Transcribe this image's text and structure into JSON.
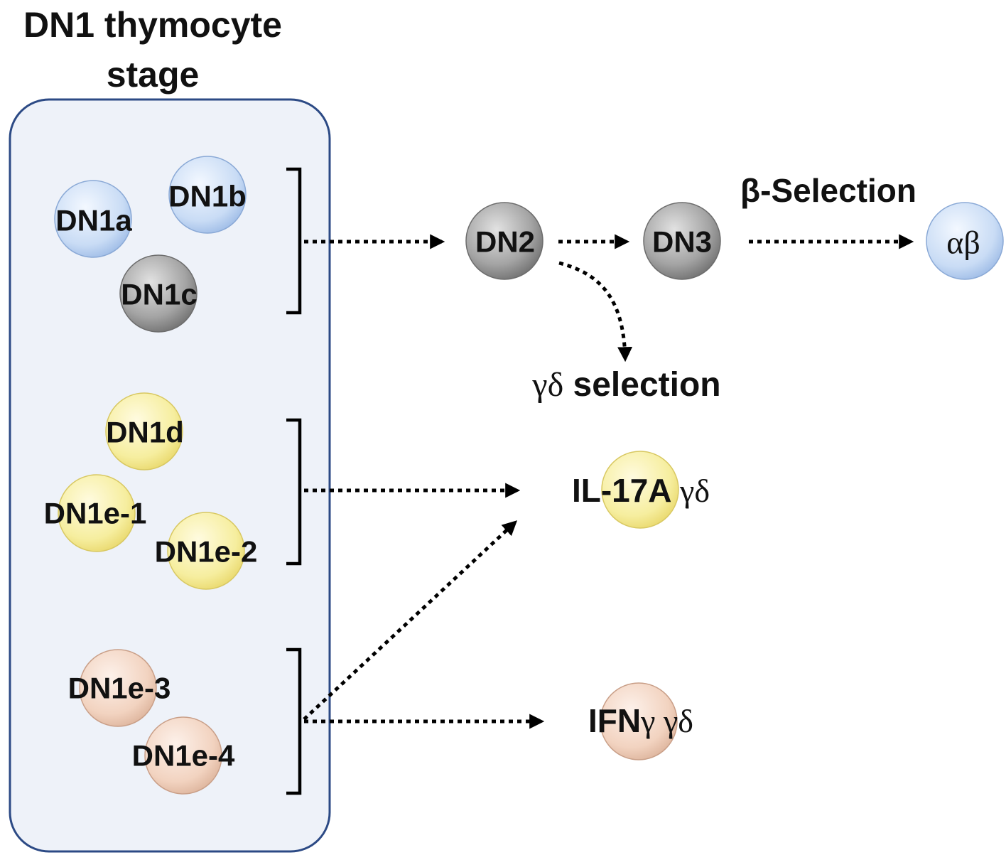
{
  "title": {
    "line1": "DN1 thymocyte",
    "line2": "stage"
  },
  "colors": {
    "panel_fill": "#eef2f9",
    "panel_border": "#2c4a85",
    "blue_cell": "#bcd3f2",
    "gray_cell": "#8e8e8e",
    "yellow_cell": "#f5ee9d",
    "pink_cell": "#f1d0bd",
    "text": "#111111"
  },
  "cells": {
    "dn1a": "DN1a",
    "dn1b": "DN1b",
    "dn1c": "DN1c",
    "dn1d": "DN1d",
    "dn1e1": "DN1e-1",
    "dn1e2": "DN1e-2",
    "dn1e3": "DN1e-3",
    "dn1e4": "DN1e-4",
    "dn2": "DN2",
    "dn3": "DN3",
    "ab": "αβ"
  },
  "labels": {
    "beta_selection": "β-Selection",
    "gd_selection_greek": "γδ",
    "gd_selection_text": " selection",
    "il17_prefix": "IL-",
    "il17_cell": "17A",
    "il17_suffix": " γδ",
    "ifn_cell": "IFN",
    "ifn_gamma": "γ",
    "ifn_suffix": " γδ"
  }
}
